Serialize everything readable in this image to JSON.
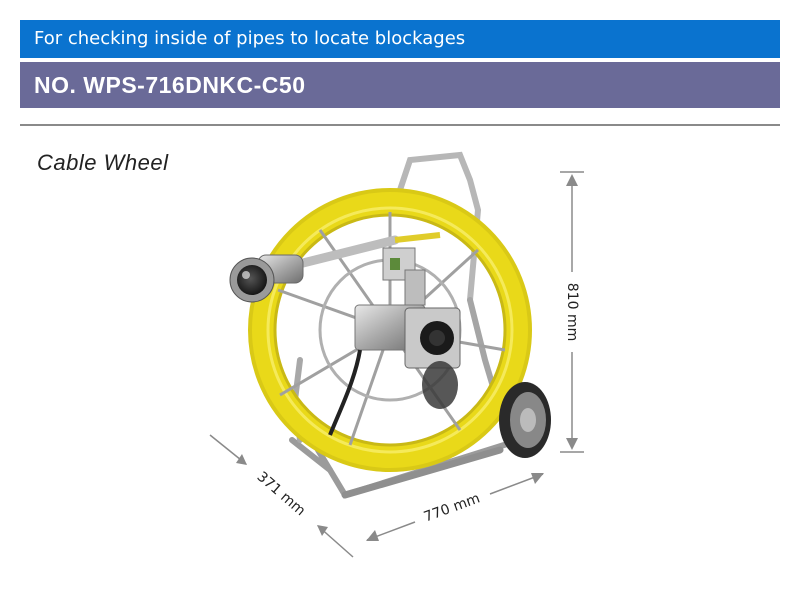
{
  "header": {
    "subtitle": "For checking inside of pipes to locate blockages",
    "model": "NO. WPS-716DNKC-C50"
  },
  "section": {
    "title": "Cable Wheel"
  },
  "dimensions": {
    "height": "810 mm",
    "width": "770 mm",
    "depth": "371 mm"
  },
  "colors": {
    "banner_blue": "#0a73cf",
    "banner_purple": "#6a6a98",
    "cable_yellow": "#f2e22a"
  },
  "image": {
    "subject": "cable-wheel-reel-with-camera-head"
  }
}
